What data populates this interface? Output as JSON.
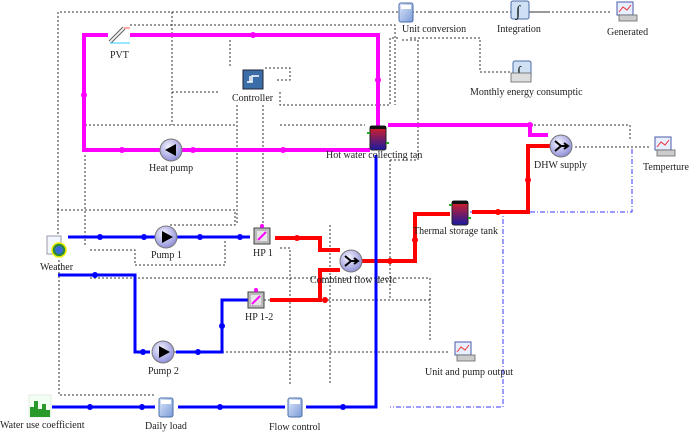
{
  "diagram": {
    "title": "TRNSYS simulation studio model",
    "colors": {
      "hot_loop": "#ff00ff",
      "hot_water": "#ff0000",
      "cold_water": "#0000ff",
      "control_link": "#333333",
      "dhw_signal": "#3333ff",
      "background": "#ffffff"
    },
    "components": [
      {
        "id": "pvt",
        "label": "PVT",
        "icon": "pvt-collector-icon"
      },
      {
        "id": "controller",
        "label": "Controller",
        "icon": "controller-icon"
      },
      {
        "id": "heat_pump",
        "label": "Heat pump",
        "icon": "pump-icon"
      },
      {
        "id": "hot_tank",
        "label": "Hot water collecting tan",
        "icon": "storage-tank-icon"
      },
      {
        "id": "unit_conversion",
        "label": "Unit conversion",
        "icon": "calculator-icon"
      },
      {
        "id": "integration",
        "label": "Integration",
        "icon": "integration-icon"
      },
      {
        "id": "generated",
        "label": "Generated",
        "icon": "online-plotter-icon"
      },
      {
        "id": "monthly",
        "label": "Monthly energy consumptic",
        "icon": "integrator-printer-icon"
      },
      {
        "id": "dhw_supply",
        "label": "DHW supply",
        "icon": "flow-diverter-icon"
      },
      {
        "id": "temperture",
        "label": "Temperture",
        "icon": "online-plotter-icon"
      },
      {
        "id": "weather",
        "label": "Weather",
        "icon": "weather-icon"
      },
      {
        "id": "pump1",
        "label": "Pump 1",
        "icon": "pump-icon"
      },
      {
        "id": "hp1",
        "label": "HP 1",
        "icon": "heat-pump-unit-icon"
      },
      {
        "id": "combined",
        "label": "Combined flow devic",
        "icon": "flow-mixer-icon"
      },
      {
        "id": "thermal_tank",
        "label": "Thermal storage tank",
        "icon": "storage-tank-icon"
      },
      {
        "id": "hp12",
        "label": "HP 1-2",
        "icon": "heat-pump-unit-icon"
      },
      {
        "id": "pump2",
        "label": "Pump 2",
        "icon": "pump-icon"
      },
      {
        "id": "unit_pump_output",
        "label": "Unit and pump output",
        "icon": "online-plotter-icon"
      },
      {
        "id": "water_use",
        "label": "Water use coefficient",
        "icon": "profile-chart-icon"
      },
      {
        "id": "daily_load",
        "label": "Daily load",
        "icon": "calculator-icon"
      },
      {
        "id": "flow_control",
        "label": "Flow control",
        "icon": "calculator-icon"
      }
    ]
  }
}
